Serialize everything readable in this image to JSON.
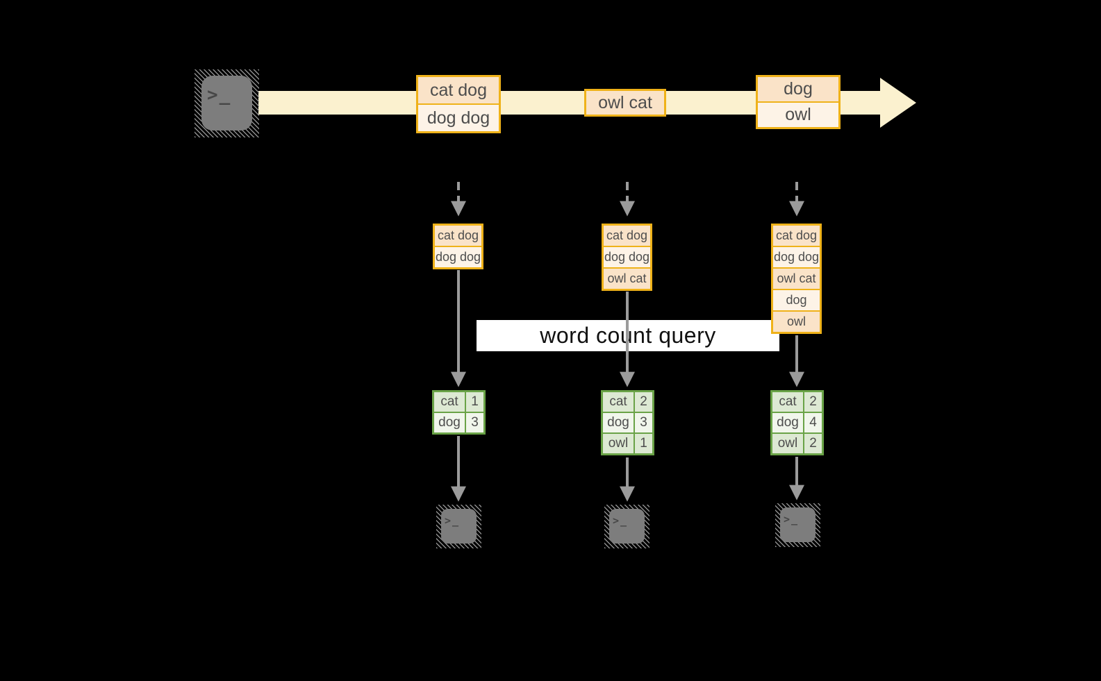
{
  "colors": {
    "gold": "#efb219",
    "peach": "#fae3c8",
    "cream": "#fdf3e7",
    "band": "#fbf1cf",
    "green": "#6aa347",
    "green-light": "#dde9d3",
    "green-lighter": "#f1f6ec",
    "arrow": "#9b9b9b",
    "icon-gray": "#7d7d7d"
  },
  "icons": {
    "terminal_glyph": ">_"
  },
  "stream": {
    "events": [
      {
        "lines": [
          "cat dog",
          "dog dog"
        ]
      },
      {
        "lines": [
          "owl cat"
        ]
      },
      {
        "lines": [
          "dog",
          "owl"
        ]
      }
    ]
  },
  "query": {
    "label": "word count query"
  },
  "pipelines": [
    {
      "buffer": [
        "cat dog",
        "dog dog"
      ],
      "counts": [
        {
          "word": "cat",
          "count": 1
        },
        {
          "word": "dog",
          "count": 3
        }
      ]
    },
    {
      "buffer": [
        "cat dog",
        "dog dog",
        "owl cat"
      ],
      "counts": [
        {
          "word": "cat",
          "count": 2
        },
        {
          "word": "dog",
          "count": 3
        },
        {
          "word": "owl",
          "count": 1
        }
      ]
    },
    {
      "buffer": [
        "cat dog",
        "dog dog",
        "owl cat",
        "dog",
        "owl"
      ],
      "counts": [
        {
          "word": "cat",
          "count": 2
        },
        {
          "word": "dog",
          "count": 4
        },
        {
          "word": "owl",
          "count": 2
        }
      ]
    }
  ]
}
